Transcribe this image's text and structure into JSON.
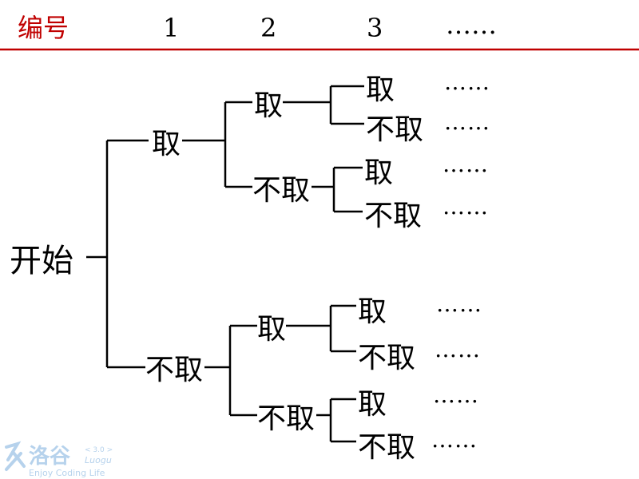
{
  "header": {
    "label": "编号",
    "columns": [
      "1",
      "2",
      "3",
      "……"
    ]
  },
  "tree": {
    "root": "开始",
    "take": "取",
    "not_take": "不取",
    "ellipsis": "……"
  },
  "watermark": {
    "logo_text": "洛谷",
    "version": "< 3.0 >",
    "brand": "Luogu",
    "slogan": "Enjoy Coding Life"
  },
  "colors": {
    "header_accent": "#c00000",
    "watermark": "#9ec3e6"
  }
}
